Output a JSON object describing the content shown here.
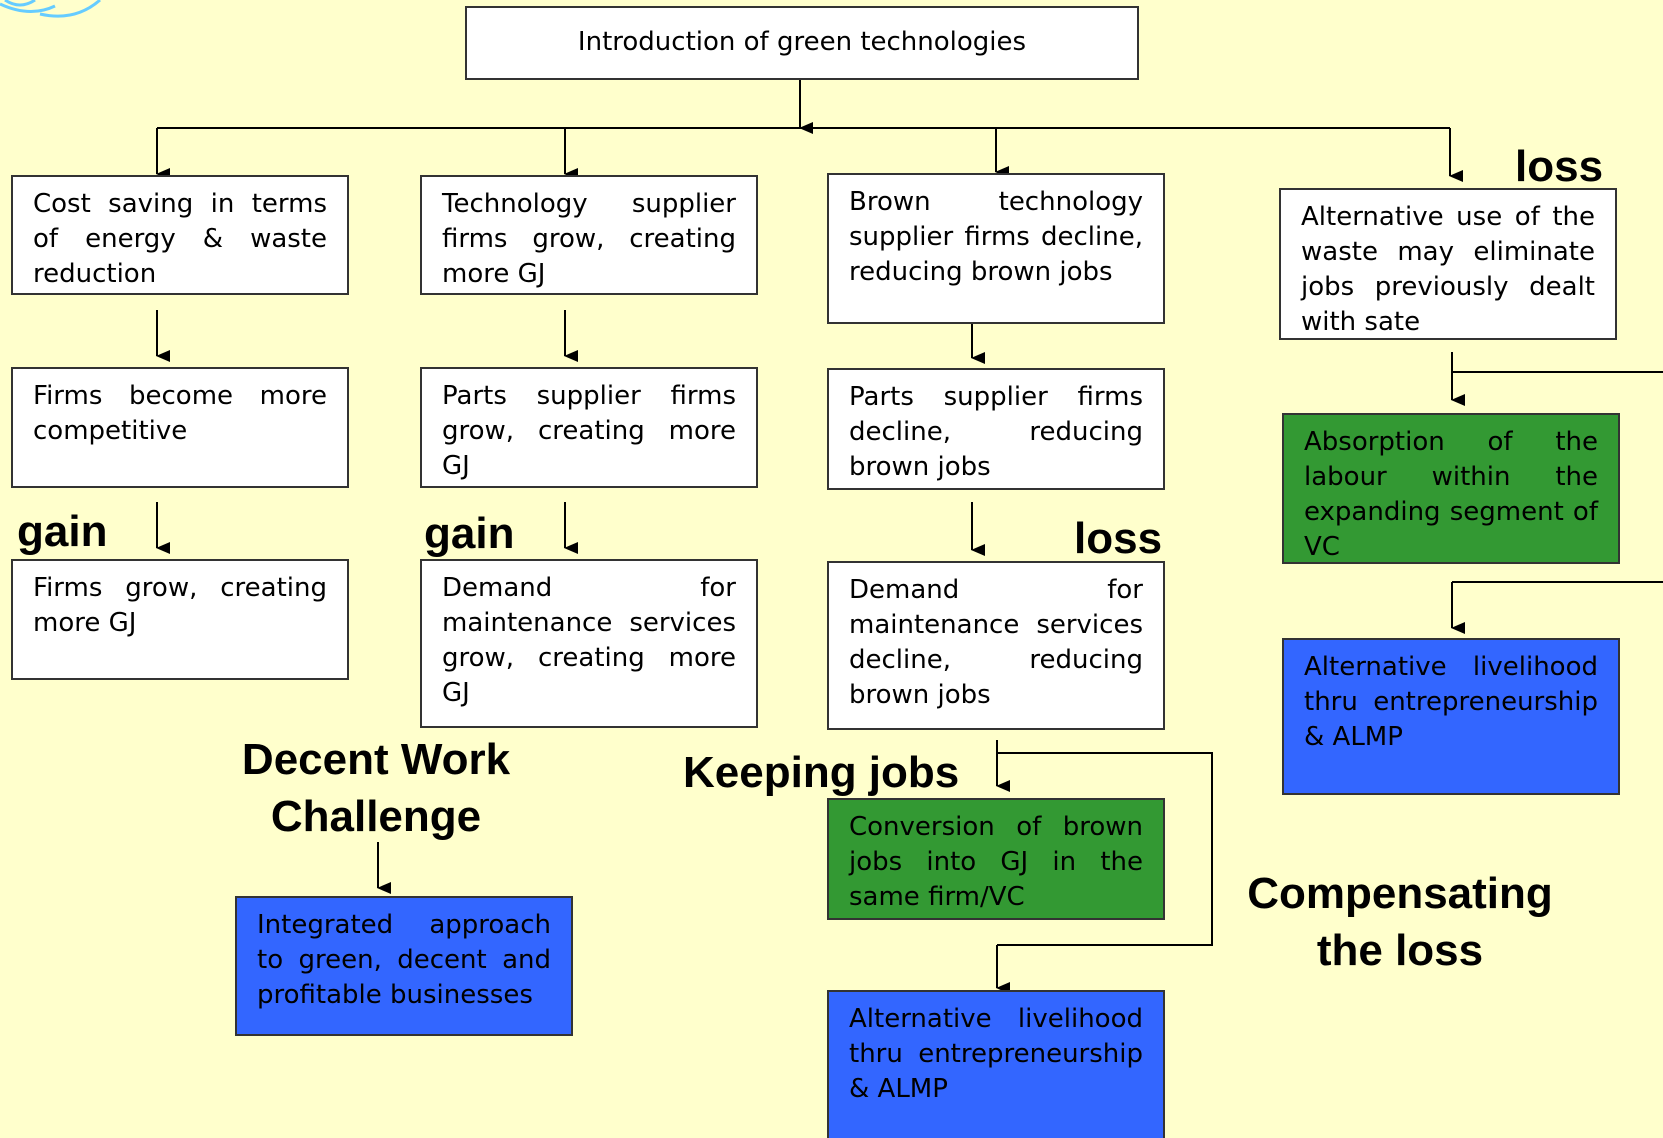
{
  "boxes": {
    "intro": "Introduction of green technologies",
    "cost_saving": "Cost saving in terms of energy & waste reduction",
    "competitive": "Firms become more competitive",
    "firms_grow": "Firms grow, creating more GJ",
    "tech_supplier_grow": "Technology supplier firms grow, creating more GJ",
    "parts_grow": "Parts supplier firms grow, creating more GJ",
    "maintenance_grow": "Demand for maintenance services grow, creating more GJ",
    "brown_decline": "Brown technology supplier firms decline, reducing brown jobs",
    "parts_decline": "Parts supplier firms decline, reducing brown jobs",
    "maintenance_decline": "Demand for maintenance services decline, reducing brown jobs",
    "conversion": "Conversion of brown jobs into GJ in the same firm/VC",
    "alt_livelihood_mid": "Alternative livelihood thru entrepreneurship & ALMP",
    "alt_waste": "Alternative use of the waste may eliminate jobs previously dealt with sate",
    "absorption": "Absorption of the labour within the expanding segment of VC",
    "alt_livelihood_right": "Alternative livelihood thru entrepreneurship & ALMP",
    "integrated": "Integrated approach to green, decent and profitable businesses"
  },
  "labels": {
    "gain_1": "gain",
    "gain_2": "gain",
    "loss_1": "loss",
    "loss_2": "loss",
    "keeping_jobs": "Keeping jobs",
    "decent_work_1": "Decent Work",
    "decent_work_2": "Challenge",
    "compensating_1": "Compensating",
    "compensating_2": "the loss"
  },
  "colors": {
    "background": "#ffffcc",
    "green_box": "#339933",
    "blue_box": "#3366ff",
    "logo": "#66ccff"
  },
  "icons": {
    "logo": "partial-logo-icon"
  }
}
